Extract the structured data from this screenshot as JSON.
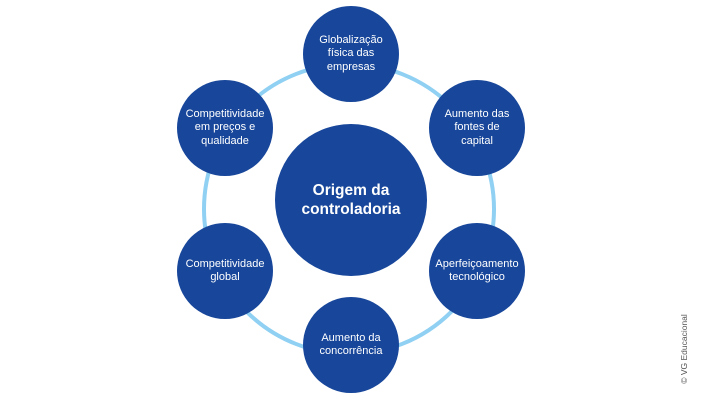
{
  "center": {
    "label": "Origem da\ncontroladoria"
  },
  "nodes": [
    {
      "label": "Globalização\nfísica das\nempresas"
    },
    {
      "label": "Aumento das\nfontes de\ncapital"
    },
    {
      "label": "Aperfeiçoamento\ntecnológico"
    },
    {
      "label": "Aumento da\nconcorrência"
    },
    {
      "label": "Competitividade\nglobal"
    },
    {
      "label": "Competitividade\nem preços e\nqualidade"
    }
  ],
  "credit": "© VG Educacional",
  "colors": {
    "node_fill": "#17469a",
    "ring": "#8fd0f3",
    "text": "#ffffff"
  }
}
